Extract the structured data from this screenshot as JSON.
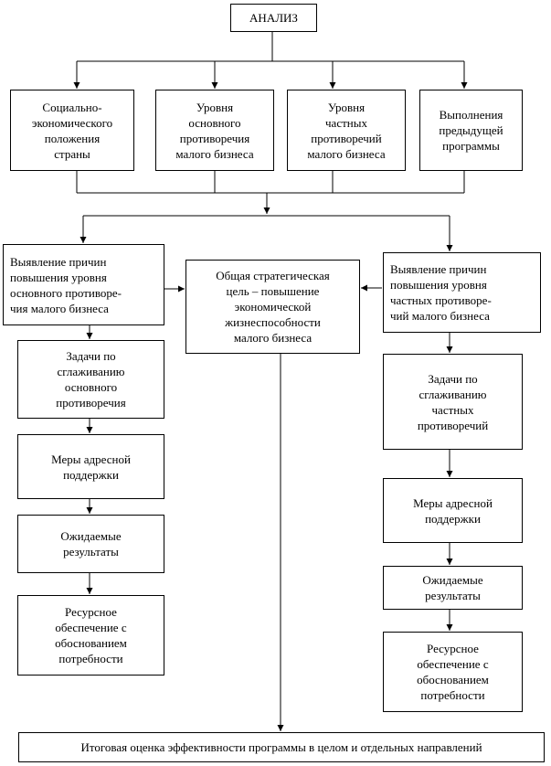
{
  "nodes": {
    "analysis": "АНАЛИЗ",
    "socio_economic": "Социально-\nэкономического\nположения\nстраны",
    "main_contradiction_level": "Уровня\nосновного\nпротиворечия\nмалого бизнеса",
    "partial_contradictions_level": "Уровня\nчастных\nпротиворечий\nмалого бизнеса",
    "previous_program": "Выполнения\nпредыдущей\nпрограммы",
    "left_causes": "Выявление причин\nповышения уровня\nосновного противоре-\nчия малого бизнеса",
    "center_goal": "Общая стратегическая\nцель – повышение\nэкономической\nжизнеспособности\nмалого бизнеса",
    "right_causes": "Выявление причин\nповышения уровня\nчастных противоре-\nчий малого бизнеса",
    "left_tasks": "Задачи по\nсглаживанию\nосновного\nпротиворечия",
    "left_measures": "Меры адресной\nподдержки",
    "left_results": "Ожидаемые\nрезультаты",
    "left_resources": "Ресурсное\nобеспечение с\nобоснованием\nпотребности",
    "right_tasks": "Задачи по\nсглаживанию\nчастных\nпротиворечий",
    "right_measures": "Меры адресной\nподдержки",
    "right_results": "Ожидаемые\nрезультаты",
    "right_resources": "Ресурсное\nобеспечение с\nобоснованием\nпотребности",
    "final_assessment": "Итоговая оценка эффективности программы в целом и отдельных направлений"
  }
}
